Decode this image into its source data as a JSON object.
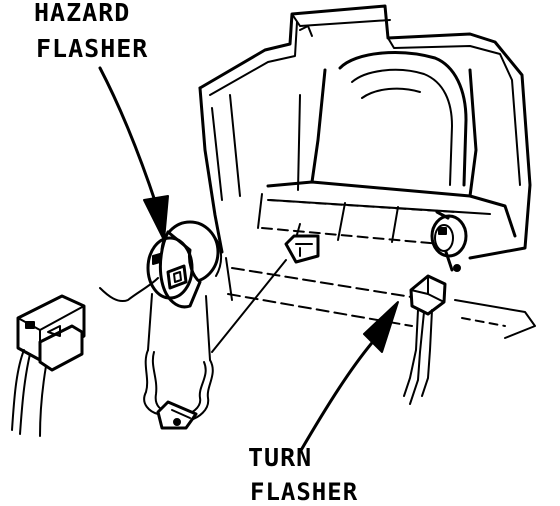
{
  "labels": {
    "hazard_line1": "HAZARD",
    "hazard_line2": "FLASHER",
    "turn_line1": "TURN",
    "turn_line2": "FLASHER"
  }
}
